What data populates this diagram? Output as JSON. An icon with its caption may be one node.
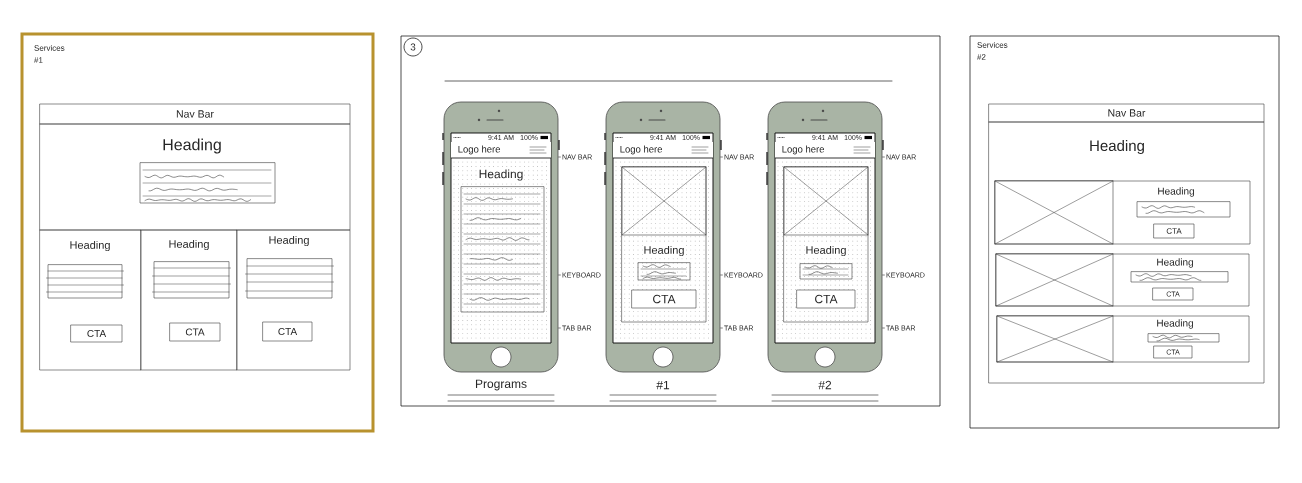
{
  "diagram": {
    "nodes": [
      {
        "text": [
          "Services #1"
        ]
      },
      {
        "text": [
          "Nav Bar"
        ],
        "in": 0
      },
      {
        "text": [
          "Heading"
        ],
        "in": 0
      },
      {
        "text": [
          "Heading"
        ],
        "in": 0
      },
      {
        "text": [
          "CTA"
        ],
        "in": 3
      },
      {
        "text": [
          "Heading"
        ],
        "in": 0
      },
      {
        "text": [
          "CTA"
        ],
        "in": 5
      },
      {
        "text": [
          "Heading"
        ],
        "in": 0
      },
      {
        "text": [
          "CTA"
        ],
        "in": 7
      },
      {
        "text": [],
        "shape": "box"
      },
      {
        "text": [
          "3"
        ],
        "in": 9
      },
      {
        "text": [
          "9:41 AM",
          "100%",
          "Heading"
        ],
        "beside": [
          "NAV BAR",
          "KEYBOARD",
          "TAB BAR",
          "Programs"
        ],
        "in": 9
      },
      {
        "text": [
          "Logo here"
        ],
        "in": 11
      },
      {
        "text": [
          "9:41 AM",
          "100%"
        ],
        "beside": [
          "NAV BAR",
          "KEYBOARD",
          "TAB BAR",
          "#1"
        ],
        "in": 9
      },
      {
        "text": [
          "Logo here"
        ],
        "in": 13
      },
      {
        "text": [
          "Heading"
        ],
        "in": 13
      },
      {
        "text": [
          "CTA"
        ],
        "in": 15
      },
      {
        "text": [
          "9:41 AM",
          "100%"
        ],
        "beside": [
          "NAV BAR",
          "KEYBOARD",
          "TAB BAR",
          "#2"
        ],
        "in": 9
      },
      {
        "text": [
          "Logo here"
        ],
        "in": 17
      },
      {
        "text": [
          "Heading"
        ],
        "in": 17
      },
      {
        "text": [
          "CTA"
        ],
        "in": 19
      },
      {
        "text": [
          "Services #2"
        ]
      },
      {
        "text": [
          "Nav Bar"
        ],
        "in": 21
      },
      {
        "text": [
          "Heading"
        ],
        "in": 21
      },
      {
        "text": [
          "Heading"
        ],
        "in": 23
      },
      {
        "text": [
          "CTA"
        ],
        "in": 24
      },
      {
        "text": [
          "Heading"
        ],
        "in": 23
      },
      {
        "text": [
          "CTA"
        ],
        "in": 26
      },
      {
        "text": [
          "Heading"
        ],
        "in": 23
      },
      {
        "text": [
          "CTA"
        ],
        "in": 28
      }
    ]
  }
}
